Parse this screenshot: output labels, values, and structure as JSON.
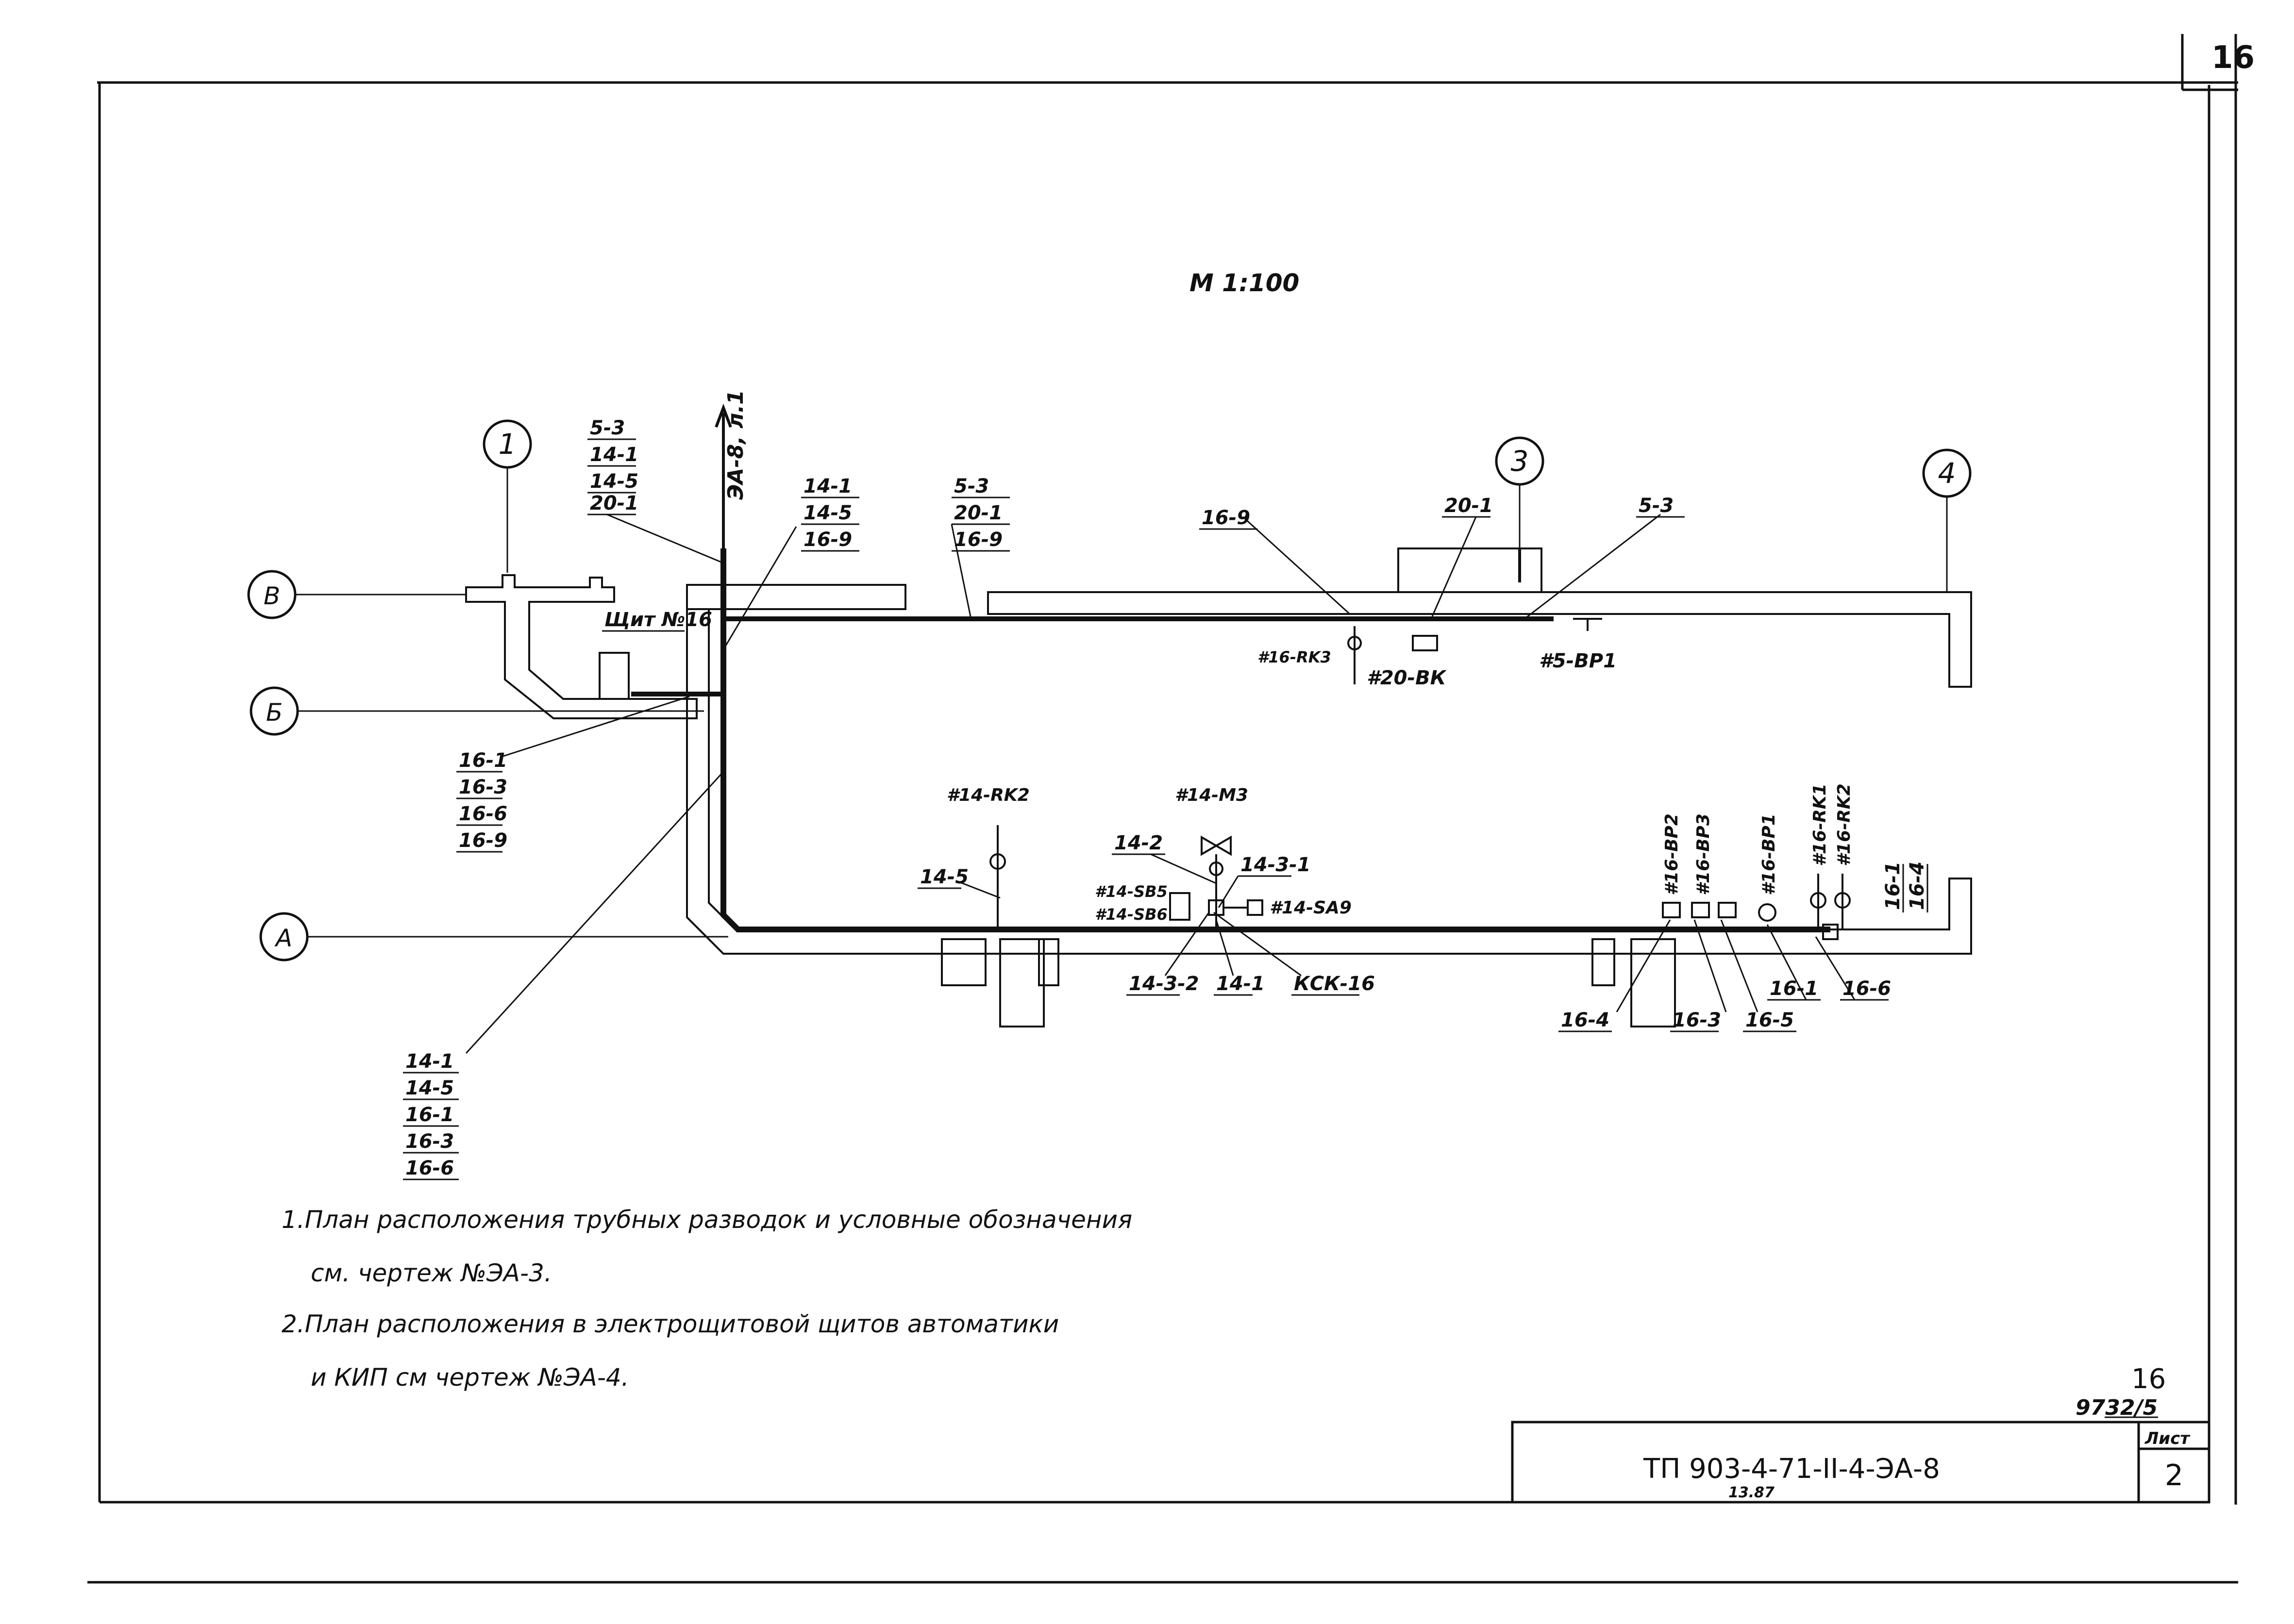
{
  "sheet": {
    "corner_number": "16",
    "scale": "М 1:100",
    "side_ref": "ЭА-8, л.1",
    "inventory_top": "16",
    "inventory_bottom": "9732/5",
    "title_code": "ТП 903-4-71-II-4-ЭА-8",
    "title_date": "13.87",
    "sheet_label": "Лист",
    "sheet_number": "2"
  },
  "axes": {
    "col_1": "1",
    "col_3": "3",
    "col_4": "4",
    "row_v": "В",
    "row_b": "Б",
    "row_a": "А"
  },
  "label_groups": {
    "g_top_left": [
      "5-3",
      "14-1",
      "14-5",
      "20-1"
    ],
    "g_mid_left": [
      "14-1",
      "14-5",
      "16-9"
    ],
    "g_mid_top": [
      "5-3",
      "20-1",
      "16-9"
    ],
    "g_shield": [
      "16-1",
      "16-3",
      "16-6",
      "16-9"
    ],
    "g_bottom_left": [
      "14-1",
      "14-5",
      "16-1",
      "16-3",
      "16-6"
    ],
    "g_right_vert": [
      "16-1",
      "16-4"
    ]
  },
  "labels": {
    "l_16_9": "16-9",
    "l_20_1": "20-1",
    "l_5_3": "5-3",
    "shield": "Щит №16",
    "dev_16rk3": "#16-RK3",
    "dev_20vk": "#20-ВК",
    "dev_5vp1": "#5-ВР1",
    "dev_14rk2": "#14-RK2",
    "dev_14m3": "#14-М3",
    "l_14_2": "14-2",
    "l_14_3_1": "14-3-1",
    "l_14_5": "14-5",
    "dev_14sb5": "#14-SB5",
    "dev_14sb6": "#14-SB6",
    "dev_14sa9": "#14-SA9",
    "l_14_3_2": "14-3-2",
    "l_14_1": "14-1",
    "ksk": "КСК-16",
    "dev_16vp2": "#16-ВР2",
    "dev_16vp3": "#16-ВР3",
    "dev_16vp1": "#16-ВР1",
    "dev_16rk1": "#16-RK1",
    "dev_16rk2": "#16-RK2",
    "l_16_4": "16-4",
    "l_16_3": "16-3",
    "l_16_5": "16-5",
    "l_16_1": "16-1",
    "l_16_6": "16-6"
  },
  "notes": {
    "n1_line1": "1.План расположения трубных разводок и условные обозначения",
    "n1_line2": "см. чертеж №ЭА-3.",
    "n2_line1": "2.План расположения в электрощитовой щитов автоматики",
    "n2_line2": "и КИП см чертеж №ЭА-4."
  }
}
